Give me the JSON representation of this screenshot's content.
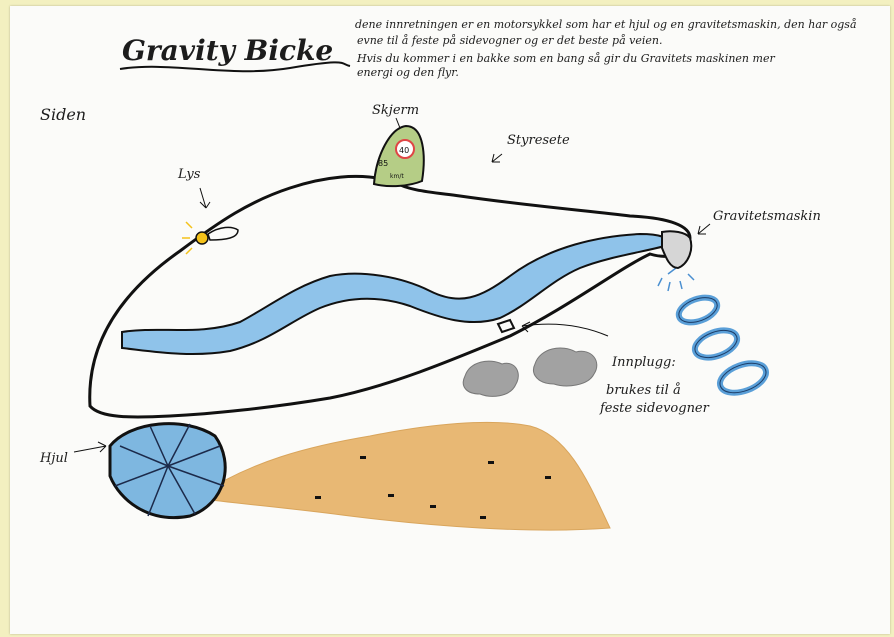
{
  "title": "Gravity Bicke",
  "description_lines": [
    "dene innretningen er en motorsykkel som har et hjul og en gravitetsmaskin, den har også",
    "evne til å feste på sidevogner og er det beste på veien.",
    "Hvis du kommer i en bakke som en bang så gir du Gravitets maskinen mer",
    "energi og den flyr."
  ],
  "view_label": "Siden",
  "labels": {
    "skjerm": "Skjerm",
    "styresete": "Styresete",
    "lys": "Lys",
    "gravitetsmaskin": "Gravitetsmaskin",
    "innplugg_1": "Innplugg:",
    "innplugg_2": "brukes til å",
    "innplugg_3": "feste sidevogner",
    "hjul": "Hjul"
  },
  "screen": {
    "speed_top": "40",
    "speed_left": "85",
    "unit": "km/t"
  },
  "colors": {
    "outline": "#111111",
    "stripe_blue": "#8fc3ea",
    "screen_green": "#b5cd86",
    "wheel_blue": "#7eb7e0",
    "ground_orange": "#e8b874",
    "puff_gray": "#9a9a9a",
    "light_yellow": "#f4c21a",
    "speed_red": "#e04545"
  }
}
